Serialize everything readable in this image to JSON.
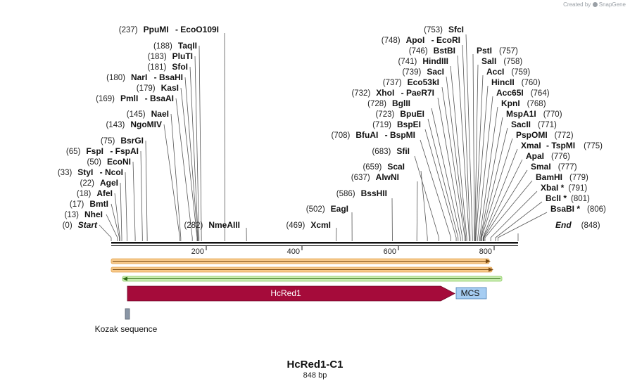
{
  "watermark": "Created by",
  "watermark_brand": "SnapGene",
  "title": "HcRed1-C1",
  "subtitle": "848 bp",
  "sequence_length": 848,
  "ruler_ticks": [
    "200",
    "400",
    "600",
    "800"
  ],
  "left_sites": [
    {
      "pos": "(0)",
      "name": "Start",
      "italic": true
    },
    {
      "pos": "(13)",
      "name": "NheI"
    },
    {
      "pos": "(17)",
      "name": "BmtI"
    },
    {
      "pos": "(18)",
      "name": "AfeI"
    },
    {
      "pos": "(22)",
      "name": "AgeI"
    },
    {
      "pos": "(33)",
      "name": "StyI",
      "name2": "NcoI"
    },
    {
      "pos": "(50)",
      "name": "EcoNI"
    },
    {
      "pos": "(65)",
      "name": "FspI",
      "name2": "FspAI"
    },
    {
      "pos": "(75)",
      "name": "BsrGI"
    },
    {
      "pos": "(143)",
      "name": "NgoMIV"
    },
    {
      "pos": "(145)",
      "name": "NaeI"
    },
    {
      "pos": "(169)",
      "name": "PmlI",
      "name2": "BsaAI"
    },
    {
      "pos": "(179)",
      "name": "KasI"
    },
    {
      "pos": "(180)",
      "name": "NarI",
      "name2": "BsaHI"
    },
    {
      "pos": "(181)",
      "name": "SfoI"
    },
    {
      "pos": "(183)",
      "name": "PluTI"
    },
    {
      "pos": "(188)",
      "name": "TaqII"
    },
    {
      "pos": "(237)",
      "name": "PpuMI",
      "name2": "EcoO109I"
    }
  ],
  "middle_sites": [
    {
      "pos": "(282)",
      "name": "NmeAIII"
    },
    {
      "pos": "(469)",
      "name": "XcmI"
    },
    {
      "pos": "(502)",
      "name": "EagI"
    },
    {
      "pos": "(586)",
      "name": "BssHII"
    },
    {
      "pos": "(637)",
      "name": "AlwNI"
    },
    {
      "pos": "(659)",
      "name": "ScaI"
    },
    {
      "pos": "(683)",
      "name": "SfiI"
    },
    {
      "pos": "(708)",
      "name": "BfuAI",
      "name2": "BspMI"
    },
    {
      "pos": "(719)",
      "name": "BspEI"
    },
    {
      "pos": "(723)",
      "name": "BpuEI"
    },
    {
      "pos": "(728)",
      "name": "BglII"
    },
    {
      "pos": "(732)",
      "name": "XhoI",
      "name2": "PaeR7I"
    },
    {
      "pos": "(737)",
      "name": "Eco53kI"
    },
    {
      "pos": "(739)",
      "name": "SacI"
    },
    {
      "pos": "(741)",
      "name": "HindIII"
    },
    {
      "pos": "(746)",
      "name": "BstBI"
    },
    {
      "pos": "(748)",
      "name": "ApoI",
      "name2": "EcoRI"
    },
    {
      "pos": "(753)",
      "name": "SfcI"
    }
  ],
  "right_sites": [
    {
      "pos": "(757)",
      "name": "PstI"
    },
    {
      "pos": "(758)",
      "name": "SalI"
    },
    {
      "pos": "(759)",
      "name": "AccI"
    },
    {
      "pos": "(760)",
      "name": "HincII"
    },
    {
      "pos": "(764)",
      "name": "Acc65I"
    },
    {
      "pos": "(768)",
      "name": "KpnI"
    },
    {
      "pos": "(770)",
      "name": "MspA1I"
    },
    {
      "pos": "(771)",
      "name": "SacII"
    },
    {
      "pos": "(772)",
      "name": "PspOMI"
    },
    {
      "pos": "(775)",
      "name": "XmaI",
      "name2": "TspMI"
    },
    {
      "pos": "(776)",
      "name": "ApaI"
    },
    {
      "pos": "(777)",
      "name": "SmaI"
    },
    {
      "pos": "(779)",
      "name": "BamHI"
    },
    {
      "pos": "(791)",
      "name": "XbaI *"
    },
    {
      "pos": "(801)",
      "name": "BclI *"
    },
    {
      "pos": "(806)",
      "name": "BsaBI *"
    },
    {
      "pos": "(848)",
      "name": "End",
      "italic": true
    }
  ],
  "features": {
    "hcred1": "HcRed1",
    "mcs": "MCS",
    "kozak": "Kozak sequence"
  },
  "colors": {
    "hcred1": "#a50b3a",
    "mcs": "#a6cdf2",
    "orf_forward": "#f7c98a",
    "orf_reverse": "#c8ecb0",
    "kozak": "#8a96a6"
  }
}
